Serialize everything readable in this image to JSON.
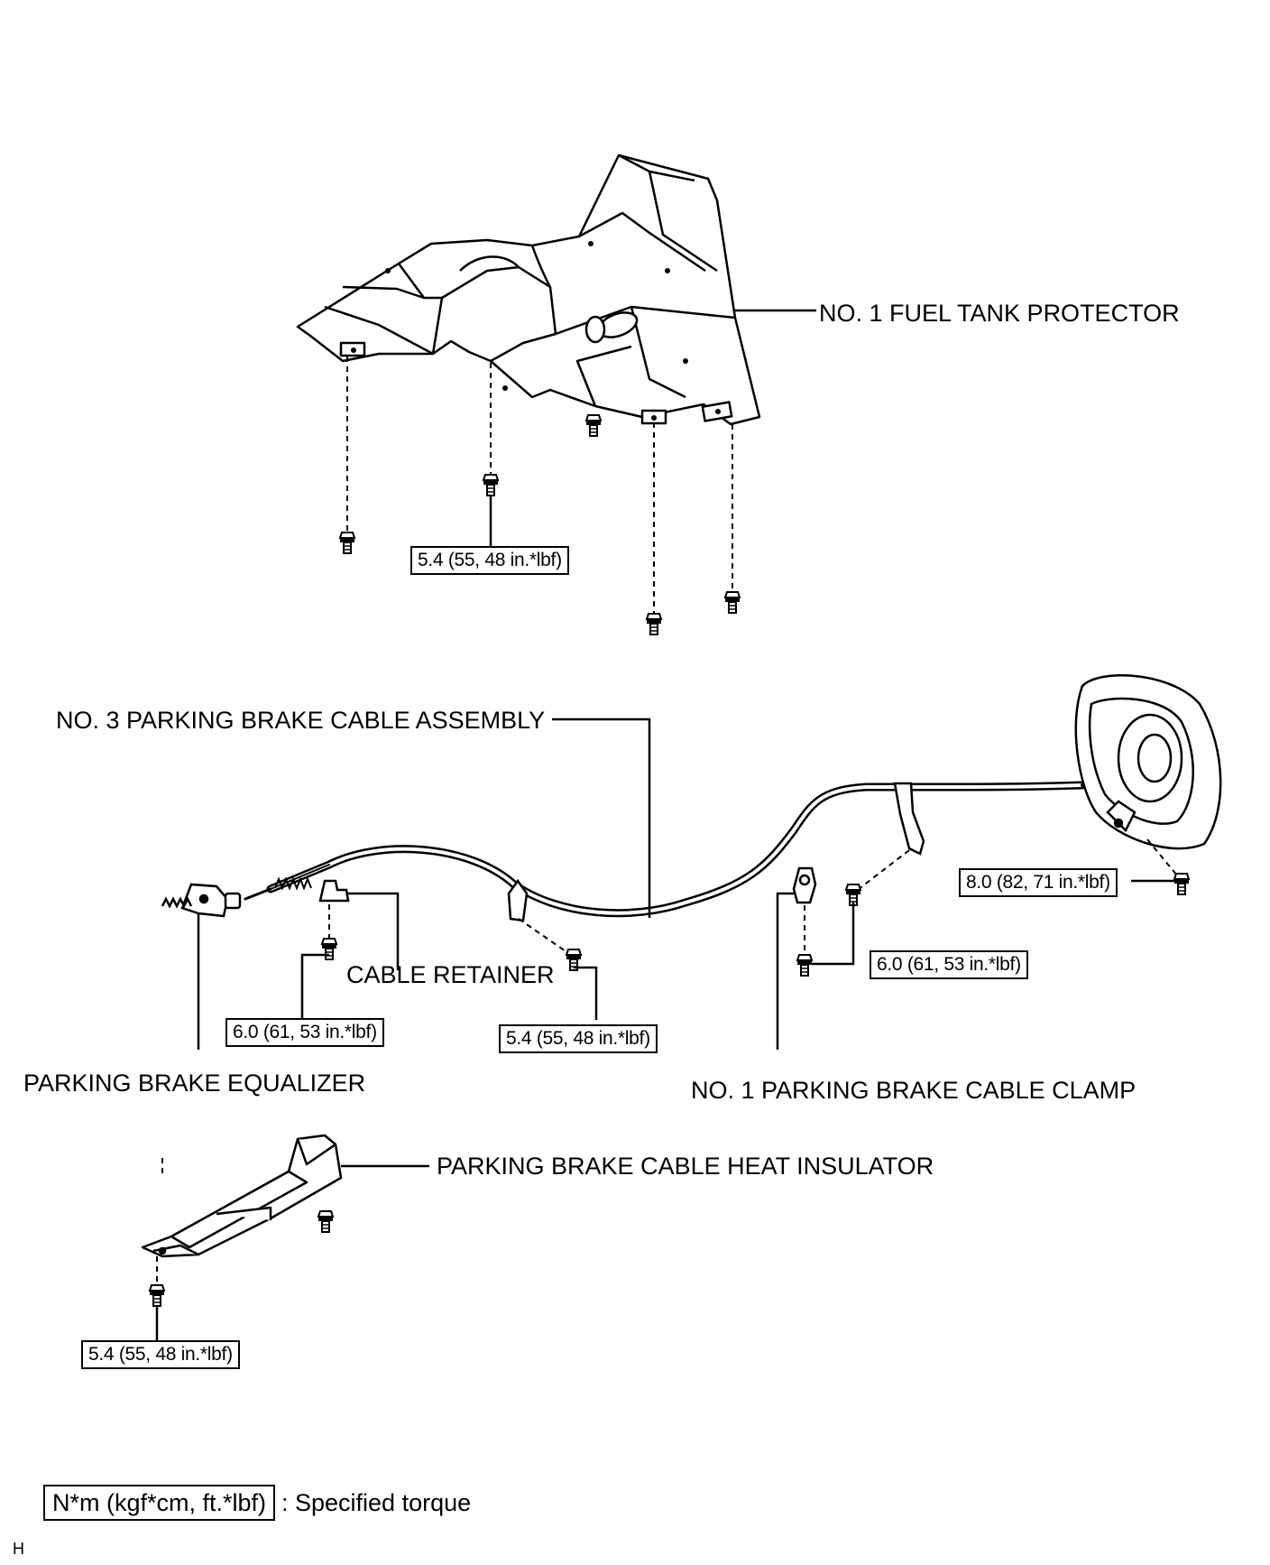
{
  "labels": {
    "fuel_tank_protector": "NO. 1 FUEL TANK PROTECTOR",
    "cable_assembly": "NO. 3 PARKING BRAKE CABLE ASSEMBLY",
    "cable_retainer": "CABLE RETAINER",
    "equalizer": "PARKING BRAKE EQUALIZER",
    "cable_clamp": "NO. 1 PARKING BRAKE CABLE CLAMP",
    "heat_insulator": "PARKING BRAKE CABLE HEAT INSULATOR"
  },
  "torques": {
    "fuel_tank_protector_bolt": "5.4 (55, 48 in.*lbf)",
    "backing_plate_bolt": "8.0 (82, 71 in.*lbf)",
    "cable_clamp_bolt": "6.0 (61, 53 in.*lbf)",
    "cable_retainer_bolt": "6.0 (61, 53 in.*lbf)",
    "cable_bracket_bolt": "5.4 (55, 48 in.*lbf)",
    "heat_insulator_nut": "5.4 (55, 48 in.*lbf)"
  },
  "legend": {
    "unit_box": "N*m (kgf*cm, ft.*lbf)",
    "description": ": Specified torque"
  },
  "footer": {
    "code": "H"
  }
}
